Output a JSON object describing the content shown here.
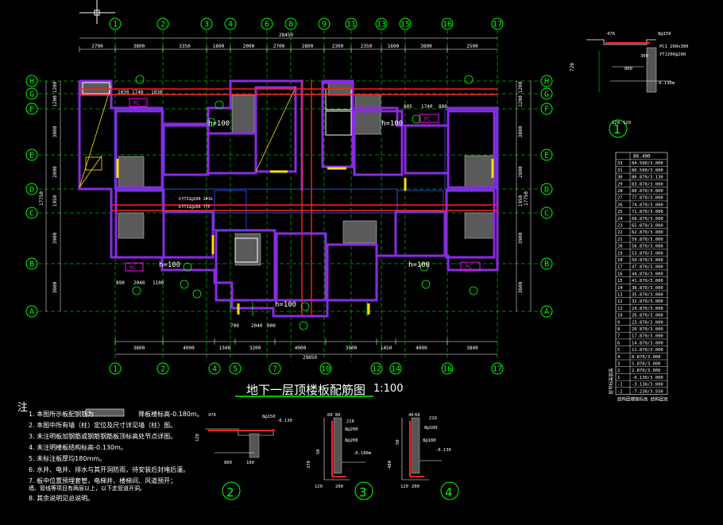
{
  "drawing": {
    "title": "地下一层顶楼板配筋图",
    "scale": "1:100",
    "colors": {
      "background": "#000000",
      "wall": "#8a2be2",
      "wall_outline": "#3355ff",
      "axis": "#00ff00",
      "redline": "#ff2020",
      "text": "#ffffff",
      "hatch": "#7a7a7a",
      "yellow": "#ffe000",
      "magenta": "#ff00ff"
    }
  },
  "axes": {
    "top_numbers": [
      "1",
      "2",
      "3",
      "4",
      "6",
      "8",
      "9",
      "11",
      "13",
      "15",
      "16",
      "17"
    ],
    "bottom_numbers": [
      "1",
      "2",
      "4",
      "5",
      "7",
      "10",
      "12",
      "14",
      "16",
      "17"
    ],
    "left_letters": [
      "H",
      "G",
      "F",
      "E",
      "D",
      "C",
      "B",
      "A"
    ],
    "right_letters": [
      "H",
      "G",
      "F",
      "E",
      "D",
      "C",
      "B",
      "A"
    ]
  },
  "dims": {
    "top_total": "28450",
    "top_segments": [
      "2700",
      "3800",
      "3350",
      "1600",
      "2000",
      "2700",
      "2800",
      "2300",
      "2350",
      "1600",
      "3800",
      "2500"
    ],
    "bottom_total": "29650",
    "bottom_segments": [
      "3800",
      "4000",
      "1500",
      "3200",
      "4000",
      "3900",
      "1450",
      "4000",
      "3800"
    ],
    "left_segments": [
      "1200",
      "1200",
      "3800",
      "2800",
      "1950",
      "3900",
      "3600"
    ],
    "left_total": "17750",
    "right_total": "17750",
    "right_segments": [
      "1200",
      "1200",
      "3800",
      "2800",
      "1950",
      "3900",
      "3600"
    ]
  },
  "plan_labels": {
    "h100": "h=100",
    "pc": "PC",
    "pipe1": "①YT32@200 2#1b",
    "pipe2": "②YT32@200 TYP",
    "misc": [
      "1030",
      "1740",
      "1030",
      "805",
      "1740",
      "880",
      "890",
      "2040",
      "1100",
      "700",
      "2040",
      "900",
      "900",
      "300"
    ]
  },
  "table": {
    "header": "86.400",
    "rows": [
      "84.500/3.000",
      "80.500/3.000",
      "80.870/3.130",
      "83.870/3.000",
      "80.870/3.000",
      "77.870/3.000",
      "74.870/3.000",
      "71.870/3.000",
      "68.870/3.000",
      "65.870/3.000",
      "62.870/3.000",
      "59.870/3.000",
      "56.870/3.000",
      "53.870/3.000",
      "50.870/3.000",
      "47.870/3.000",
      "44.870/3.000",
      "41.870/3.000",
      "38.870/3.000",
      "35.870/3.000",
      "32.870/3.000",
      "29.870/3.000",
      "26.870/3.000",
      "23.870/3.000",
      "20.870/3.000",
      "17.870/3.000",
      "14.870/3.000",
      "11.870/3.000",
      "8.870/3.000",
      "5.870/3.000",
      "2.870/3.000",
      "-0.130/3.000",
      "-3.130/3.000",
      "-7.230/3.550"
    ],
    "row_ids": [
      "33",
      "31",
      "30",
      "29",
      "28",
      "27",
      "26",
      "25",
      "24",
      "23",
      "22",
      "21",
      "20",
      "19",
      "18",
      "17",
      "16",
      "15",
      "14",
      "13",
      "12",
      "11",
      "10",
      "9",
      "8",
      "7",
      "6",
      "5",
      "4",
      "3",
      "2",
      "1",
      "-1",
      "-2"
    ],
    "side_label": "层号标高层高",
    "foot_label": "结构层楼面标高 结构层高"
  },
  "detail1": {
    "num": "1",
    "labels": [
      "476",
      "8@150",
      "300",
      "800",
      "-0.130m",
      "120",
      "120",
      "720",
      "PC1 200x300",
      "YTJ200@200"
    ]
  },
  "details": {
    "d2": {
      "num": "2",
      "labels": [
        "476",
        "8@150",
        "-0.130",
        "800",
        "100",
        "120"
      ]
    },
    "d3": {
      "num": "3",
      "labels": [
        "60",
        "80",
        "216",
        "8@200",
        "8@200",
        "-0.180m",
        "120",
        "200",
        "370",
        "50"
      ]
    },
    "d4": {
      "num": "4",
      "labels": [
        "40",
        "60",
        "216",
        "8@180",
        "8@180",
        "-0.130",
        "120",
        "200",
        "480",
        "50"
      ]
    }
  },
  "notes": {
    "head": "注",
    "legend": "降板楼标高-0.180m。",
    "items": [
      "1. 本图所示板配钢筋为",
      "2. 本图中所有墙（柱）定位及尺寸详见墙（柱）图。",
      "3. 未注明板加钢筋或钢筋钢筋板顶标高处节点详图。",
      "4. 未注明楼板结构标高-0.130m。",
      "5. 未标注板厚均180mm。",
      "6. 水井、电井、排水与其开洞防雨，待安装后封堵后灌。",
      "7. 板中位置预埋套管，电梯井、楼梯间、风道预开；",
      "   墙、管线等项目有两层以上，以下走管道开洞。",
      "8. 其余说明见总说明。"
    ]
  }
}
